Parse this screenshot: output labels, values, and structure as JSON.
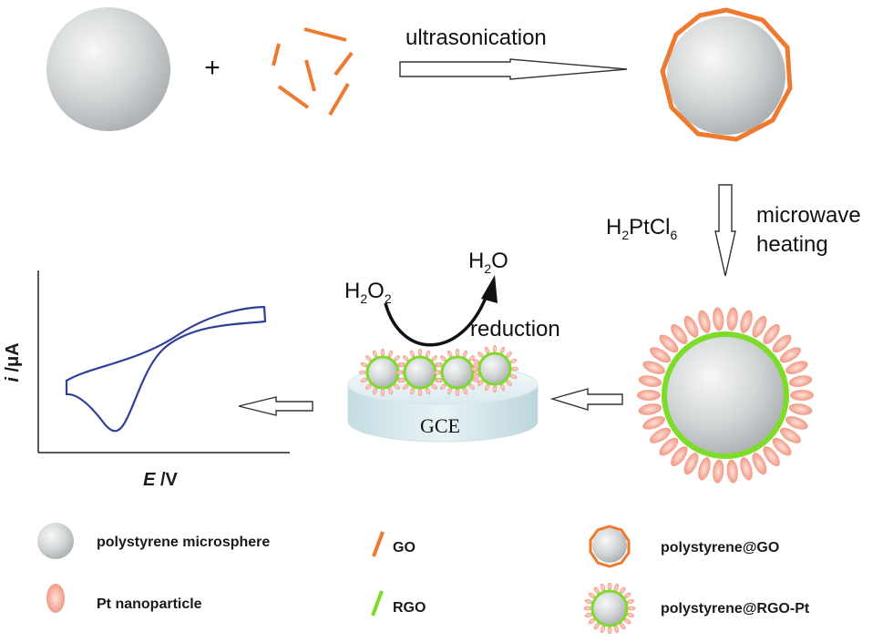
{
  "steps": {
    "plus_sign": "+",
    "ultrasonication": "ultrasonication",
    "reagent_prefix": "H",
    "reagent_sub1": "2",
    "reagent_mid": "PtCl",
    "reagent_sub2": "6",
    "microwave_line1": "microwave",
    "microwave_line2": "heating",
    "h2o2_h": "H",
    "h2o2_s1": "2",
    "h2o2_o": "O",
    "h2o2_s2": "2",
    "h2o_h": "H",
    "h2o_s": "2",
    "h2o_o": "O",
    "reduction": "reduction",
    "gce": "GCE"
  },
  "cv_plot": {
    "ylabel_italic": "i",
    "ylabel_unit": " /μA",
    "xlabel_italic": "E",
    "xlabel_unit": " /V"
  },
  "legend": {
    "microsphere": "polystyrene microsphere",
    "pt": "Pt nanoparticle",
    "go": "GO",
    "rgo": "RGO",
    "ps_go": "polystyrene@GO",
    "ps_rgo_pt": "polystyrene@RGO-Pt"
  },
  "colors": {
    "go_orange": "#ee7a30",
    "rgo_green": "#7ddc2a",
    "pt_pink": "#f3a08a",
    "curve_blue": "#2e3f9a",
    "sphere_gray": "#c9cccd"
  }
}
